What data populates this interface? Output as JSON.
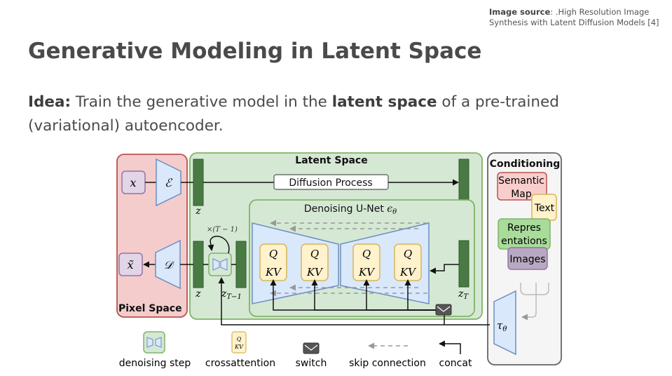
{
  "source": {
    "label": "Image source",
    "text": ": .High Resolution Image Synthesis with Latent Diffusion Models [4]"
  },
  "title": "Generative Modeling in Latent Space",
  "idea": {
    "label": "Idea:",
    "text_1": "Train the generative model in the",
    "emphasis": "latent space",
    "text_2": "of a pre-trained (variational) autoencoder."
  },
  "diagram": {
    "pixel_space": {
      "label": "Pixel Space",
      "x": "x",
      "encoder": "ℰ",
      "x_tilde": "x̃",
      "decoder": "𝒟"
    },
    "latent_space": {
      "label": "Latent Space",
      "diffusion_process": "Diffusion Process",
      "z_top": "z",
      "z_bottom": "z",
      "zT_top": "z",
      "zT_top_sub": "T",
      "zT_bottom": "z",
      "zT_bottom_sub": "T",
      "zT1": "z",
      "zT1_sub": "T−1",
      "repeat": "×(T − 1)",
      "unet": {
        "label": "Denoising U-Net",
        "epsilon": "ϵ",
        "epsilon_sub": "θ",
        "blocks": [
          {
            "q": "Q",
            "kv": "KV"
          },
          {
            "q": "Q",
            "kv": "KV"
          },
          {
            "q": "Q",
            "kv": "KV"
          },
          {
            "q": "Q",
            "kv": "KV"
          }
        ]
      }
    },
    "conditioning": {
      "label": "Conditioning",
      "semantic_map_1": "Semantic",
      "semantic_map_2": "Map",
      "text": "Text",
      "representations_1": "Repres",
      "representations_2": "entations",
      "images": "Images",
      "tau": "τ",
      "tau_sub": "θ"
    },
    "legend": {
      "denoising_step": "denoising step",
      "crossattention": "crossattention",
      "switch": "switch",
      "skip_connection": "skip connection",
      "concat": "concat",
      "mini_q": "Q",
      "mini_kv": "KV"
    }
  },
  "colors": {
    "pixel_fill": "#f4cccc",
    "pixel_stroke": "#b85450",
    "latent_fill": "#d5e8d4",
    "latent_stroke": "#82b366",
    "block_fill": "#dae8fc",
    "block_stroke": "#6c8ebf",
    "attn_fill": "#fff2cc",
    "attn_stroke": "#d6b656",
    "latent_bar": "#4a7a44",
    "purple_fill": "#e1d5e7",
    "purple_stroke": "#9673a6",
    "images_fill": "#b8a9c3"
  }
}
